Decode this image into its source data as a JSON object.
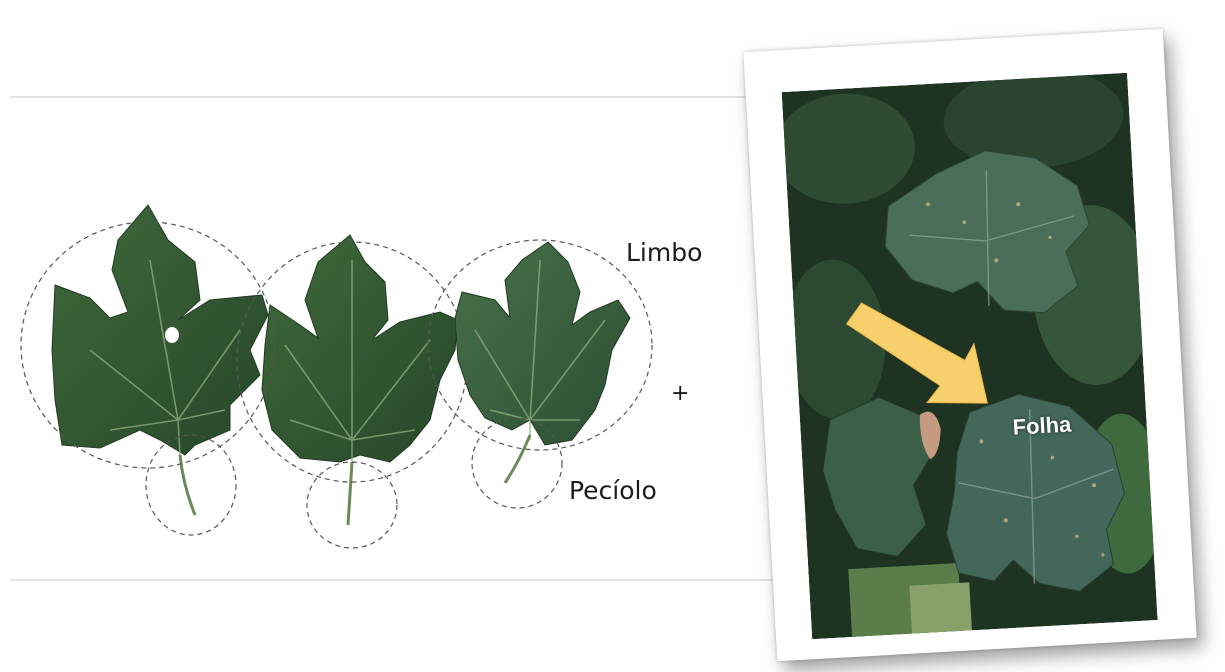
{
  "labels": {
    "limbo": "Limbo",
    "peciolo": "Pecíolo",
    "plus": "+",
    "folha": "Folha"
  },
  "colors": {
    "leaf_dark": "#2e4d2c",
    "leaf_mid": "#3f6a3a",
    "vein": "#8fae7f",
    "dashed_outline": "#555555",
    "divider_line": "#c8c8c8",
    "arrow": "#f7cf6b"
  },
  "icons": {
    "arrow": "arrow-right-down-icon"
  }
}
